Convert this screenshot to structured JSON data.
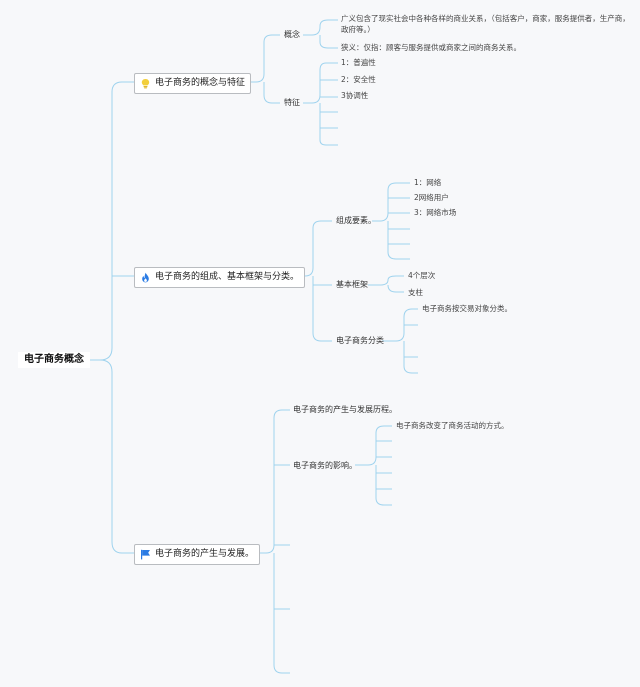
{
  "root": {
    "label": "电子商务概念"
  },
  "branches": [
    {
      "label": "电子商务的概念与特征",
      "icon": "lightbulb-icon",
      "icon_color": "#f2cf3b",
      "children": [
        {
          "label": "概念",
          "items": [
            "广义包含了现实社会中各种各样的商业关系，（包括客户，商家，服务提供者，生产商，政府等。）",
            "狭义：仅指：顾客与服务提供或商家之间的商务关系。"
          ]
        },
        {
          "label": "特征",
          "items": [
            "1：普遍性",
            "2：安全性",
            "3协调性",
            "",
            "",
            ""
          ]
        }
      ]
    },
    {
      "label": "电子商务的组成、基本框架与分类。",
      "icon": "flame-icon",
      "icon_color": "#2a7be4",
      "children": [
        {
          "label": "组成要素。",
          "items": [
            "1：网络",
            "2网络用户",
            "3：网络市场",
            "",
            "",
            ""
          ]
        },
        {
          "label": "基本框架",
          "items": [
            "4个层次",
            "支柱"
          ]
        },
        {
          "label": "电子商务分类",
          "items": [
            "电子商务按交易对象分类。",
            "",
            "",
            "",
            ""
          ]
        }
      ]
    },
    {
      "label": "电子商务的产生与发展。",
      "icon": "flag-icon",
      "icon_color": "#2a7be4",
      "children": [
        {
          "label": "电子商务的产生与发展历程。",
          "items": []
        },
        {
          "label": "电子商务的影响。",
          "items": [
            "电子商务改变了商务活动的方式。",
            "",
            "",
            "",
            "",
            ""
          ]
        },
        {
          "label": "",
          "items": []
        },
        {
          "label": "",
          "items": []
        },
        {
          "label": "",
          "items": []
        },
        {
          "label": "",
          "items": []
        }
      ]
    }
  ],
  "colors": {
    "line": "#9fd3ee",
    "node_border": "#b9bcc0"
  }
}
